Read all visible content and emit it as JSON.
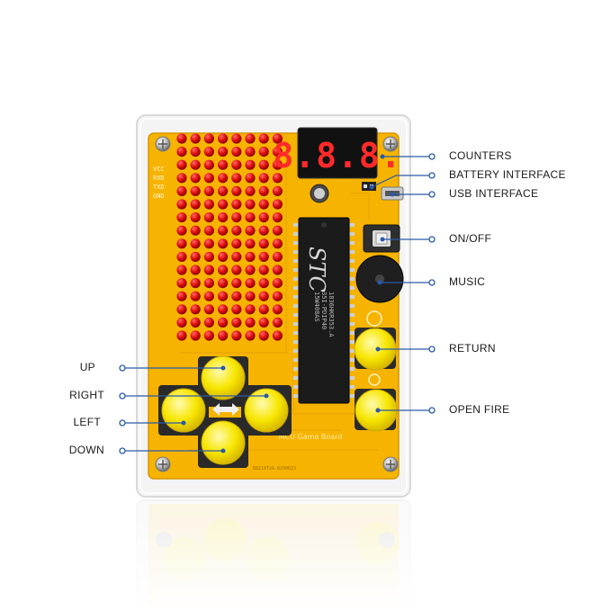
{
  "display": {
    "digits": "8.8.8."
  },
  "chip": {
    "brand": "STC",
    "line1": "15W408AS",
    "line2": "35I-PDIP40",
    "line3": "1836HKR353.A"
  },
  "silkscreen": {
    "pins": [
      "VCC",
      "RXD",
      "TXD",
      "GND"
    ],
    "board_text": "MCU Game Board",
    "serial": "8821XT2A-8299023"
  },
  "labels_right": [
    {
      "id": "counters",
      "text": "COUNTERS"
    },
    {
      "id": "battery",
      "text": "BATTERY INTERFACE"
    },
    {
      "id": "usb",
      "text": "USB INTERFACE"
    },
    {
      "id": "onoff",
      "text": "ON/OFF"
    },
    {
      "id": "music",
      "text": "MUSIC"
    },
    {
      "id": "return",
      "text": "RETURN"
    },
    {
      "id": "fire",
      "text": "OPEN FIRE"
    }
  ],
  "labels_left": [
    {
      "id": "up",
      "text": "UP"
    },
    {
      "id": "right",
      "text": "RIGHT"
    },
    {
      "id": "left",
      "text": "LEFT"
    },
    {
      "id": "down",
      "text": "DOWN"
    }
  ],
  "colors": {
    "board": "#f6b400",
    "led_on": "#e01010",
    "button_yellow": "#f7e600",
    "callout_line": "#2a5aa8",
    "callout_dot": "#2a5aa8"
  },
  "matrix": {
    "rows": 16,
    "cols": 8
  }
}
